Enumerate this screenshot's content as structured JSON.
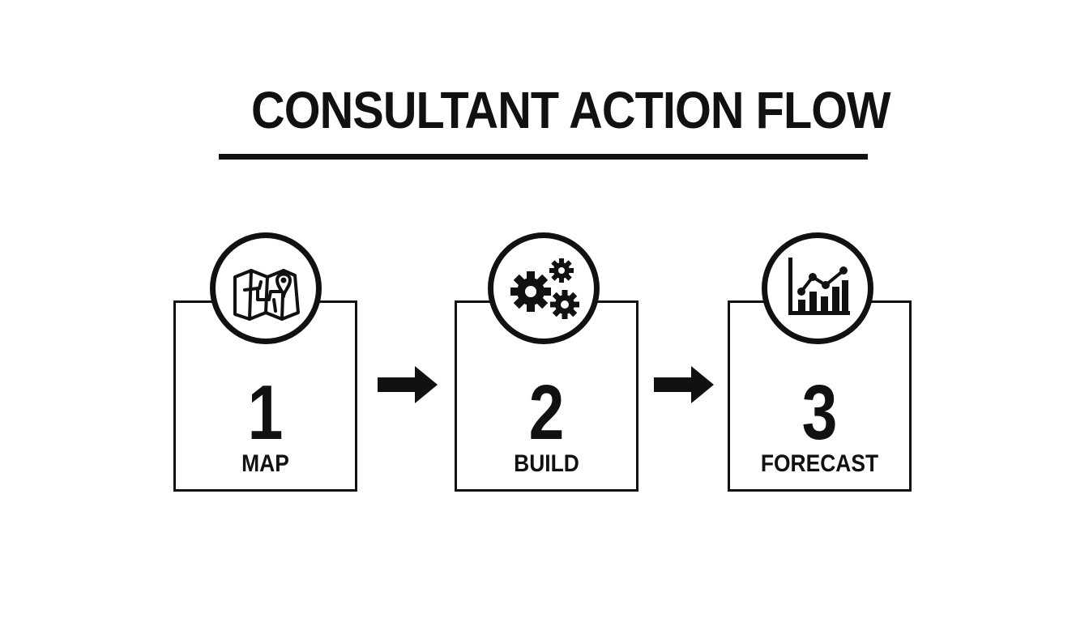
{
  "title": "CONSULTANT ACTION FLOW",
  "steps": [
    {
      "number": "1",
      "label": "MAP",
      "icon": "map-pin-icon"
    },
    {
      "number": "2",
      "label": "BUILD",
      "icon": "gears-icon"
    },
    {
      "number": "3",
      "label": "FORECAST",
      "icon": "bar-line-chart-icon"
    }
  ],
  "arrow_icon": "arrow-right-icon",
  "colors": {
    "ink": "#111111",
    "background": "#ffffff"
  }
}
